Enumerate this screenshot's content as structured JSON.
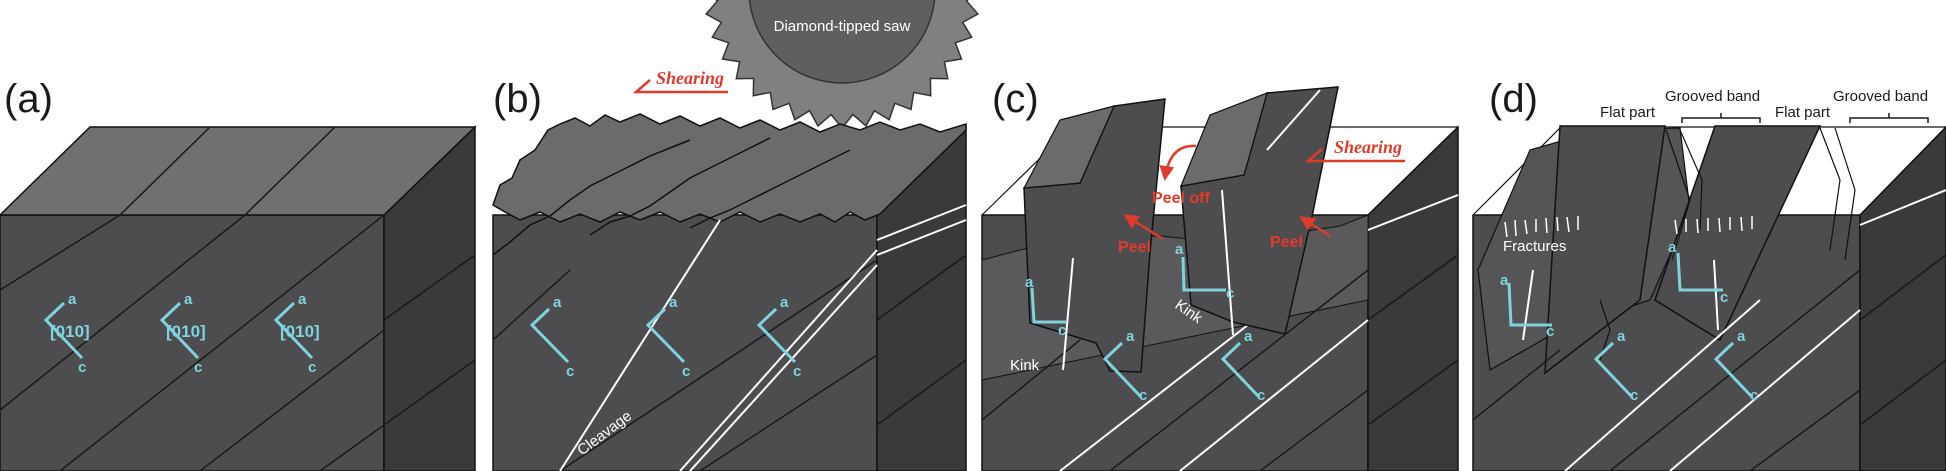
{
  "panels": {
    "a": {
      "label": "(a)",
      "axes": [
        {
          "miller": "[010]",
          "a": "a",
          "c": "c"
        },
        {
          "miller": "[010]",
          "a": "a",
          "c": "c"
        },
        {
          "miller": "[010]",
          "a": "a",
          "c": "c"
        }
      ]
    },
    "b": {
      "label": "(b)",
      "shearing": "Shearing",
      "saw_label": "Diamond-tipped saw",
      "cleavage": "Cleavage",
      "axes": [
        {
          "a": "a",
          "c": "c"
        },
        {
          "a": "a",
          "c": "c"
        },
        {
          "a": "a",
          "c": "c"
        }
      ]
    },
    "c": {
      "label": "(c)",
      "shearing": "Shearing",
      "peel_off": "Peel off",
      "peel_1": "Peel",
      "peel_2": "Peel",
      "kink_1": "Kink",
      "kink_2": "Kink",
      "axes": [
        {
          "a": "a",
          "c": "c"
        },
        {
          "a": "a",
          "c": "c"
        },
        {
          "a": "a",
          "c": "c"
        },
        {
          "a": "a",
          "c": "c"
        }
      ]
    },
    "d": {
      "label": "(d)",
      "flat_part_1": "Flat part",
      "grooved_band_1": "Grooved band",
      "flat_part_2": "Flat part",
      "grooved_band_2": "Grooved band",
      "fractures": "Fractures",
      "axes": [
        {
          "a": "a",
          "c": "c"
        },
        {
          "a": "a",
          "c": "c"
        },
        {
          "a": "a",
          "c": "c"
        },
        {
          "a": "a",
          "c": "c"
        }
      ]
    }
  },
  "colors": {
    "front_face": "#4d4d4f",
    "side_face": "#3a3a3c",
    "top_face": "#707072",
    "rough_surface": "#6b6b6d",
    "axis_arrow": "#7fd3dc",
    "annotation_red": "#e03a2a",
    "saw": "#808082",
    "saw_hub": "#5f5f61"
  }
}
